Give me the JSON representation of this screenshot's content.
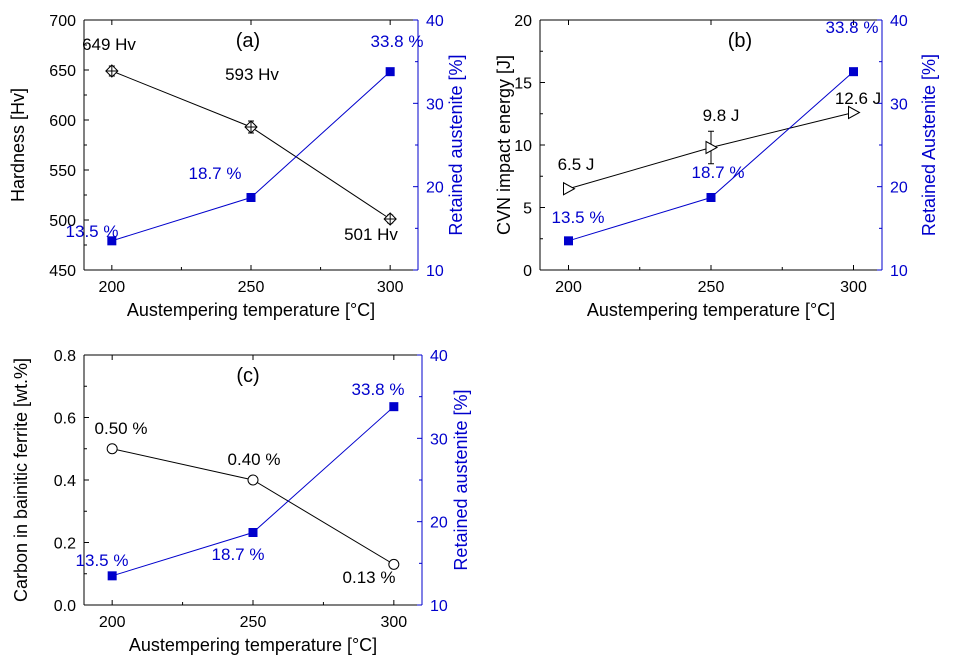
{
  "chart_data": [
    {
      "panel": "(a)",
      "type": "line",
      "xlabel": "Austempering temperature [°C]",
      "x": [
        200,
        250,
        300
      ],
      "xlim": [
        190,
        310
      ],
      "xticks": [
        200,
        250,
        300
      ],
      "left_axis": {
        "label": "Hardness [Hv]",
        "lim": [
          450,
          700
        ],
        "ticks": [
          450,
          500,
          550,
          600,
          650,
          700
        ],
        "values": [
          649,
          593,
          501
        ],
        "error": [
          5,
          6,
          4
        ],
        "labels": [
          "649 Hv",
          "593 Hv",
          "501 Hv"
        ],
        "marker": "diamond-cross",
        "color": "#000000"
      },
      "right_axis": {
        "label": "Retained austenite [%]",
        "lim": [
          10,
          40
        ],
        "ticks": [
          10,
          20,
          30,
          40
        ],
        "values": [
          13.5,
          18.7,
          33.8
        ],
        "labels": [
          "13.5 %",
          "18.7 %",
          "33.8 %"
        ],
        "marker": "square",
        "color": "#0000cc"
      }
    },
    {
      "panel": "(b)",
      "type": "line",
      "xlabel": "Austempering temperature [°C]",
      "x": [
        200,
        250,
        300
      ],
      "xlim": [
        190,
        310
      ],
      "xticks": [
        200,
        250,
        300
      ],
      "left_axis": {
        "label": "CVN impact energy [J]",
        "lim": [
          0,
          20
        ],
        "ticks": [
          0,
          5,
          10,
          15,
          20
        ],
        "values": [
          6.5,
          9.8,
          12.6
        ],
        "error": [
          0,
          1.3,
          0
        ],
        "labels": [
          "6.5 J",
          "9.8 J",
          "12.6 J"
        ],
        "marker": "triangle-right",
        "color": "#000000"
      },
      "right_axis": {
        "label": "Retained Austenite [%]",
        "lim": [
          10,
          40
        ],
        "ticks": [
          10,
          20,
          30,
          40
        ],
        "values": [
          13.5,
          18.7,
          33.8
        ],
        "labels": [
          "13.5 %",
          "18.7 %",
          "33.8 %"
        ],
        "marker": "square",
        "color": "#0000cc"
      }
    },
    {
      "panel": "(c)",
      "type": "line",
      "xlabel": "Austempering temperature [°C]",
      "x": [
        200,
        250,
        300
      ],
      "xlim": [
        190,
        310
      ],
      "xticks": [
        200,
        250,
        300
      ],
      "left_axis": {
        "label": "Carbon in bainitic ferrite [wt.%]",
        "lim": [
          0,
          0.8
        ],
        "ticks": [
          0.0,
          0.2,
          0.4,
          0.6,
          0.8
        ],
        "tick_decimals": 1,
        "values": [
          0.5,
          0.4,
          0.13
        ],
        "error": [
          0,
          0,
          0
        ],
        "labels": [
          "0.50 %",
          "0.40 %",
          "0.13 %"
        ],
        "marker": "circle",
        "color": "#000000"
      },
      "right_axis": {
        "label": "Retained austenite [%]",
        "lim": [
          10,
          40
        ],
        "ticks": [
          10,
          20,
          30,
          40
        ],
        "values": [
          13.5,
          18.7,
          33.8
        ],
        "labels": [
          "13.5 %",
          "18.7 %",
          "33.8 %"
        ],
        "marker": "square",
        "color": "#0000cc"
      }
    }
  ]
}
